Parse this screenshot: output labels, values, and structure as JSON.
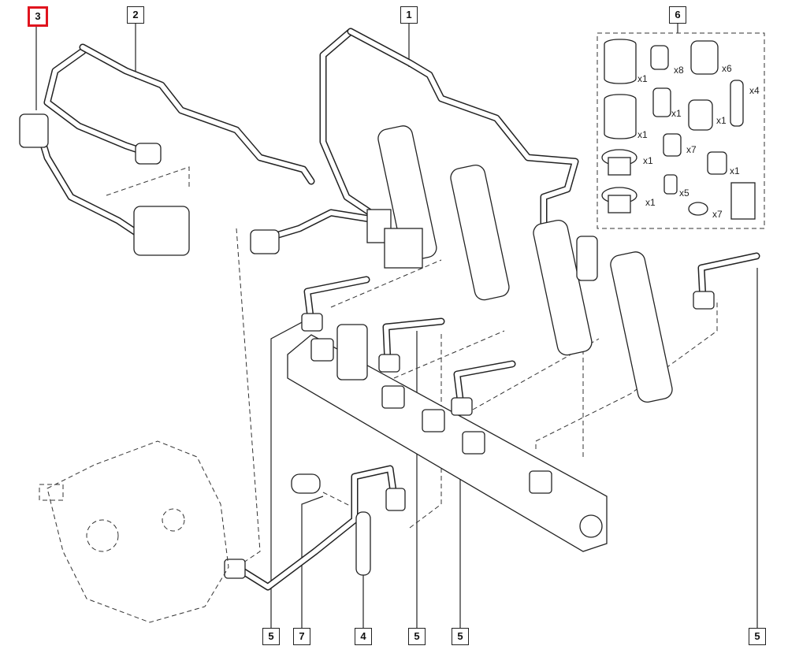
{
  "diagram": {
    "callouts": [
      {
        "id": "callout-3",
        "label": "3",
        "selected": true
      },
      {
        "id": "callout-2",
        "label": "2"
      },
      {
        "id": "callout-1",
        "label": "1"
      },
      {
        "id": "callout-6",
        "label": "6"
      },
      {
        "id": "callout-5a",
        "label": "5"
      },
      {
        "id": "callout-7",
        "label": "7"
      },
      {
        "id": "callout-4",
        "label": "4"
      },
      {
        "id": "callout-5b",
        "label": "5"
      },
      {
        "id": "callout-5c",
        "label": "5"
      },
      {
        "id": "callout-5d",
        "label": "5"
      }
    ],
    "kit_quantities": [
      "x1",
      "x8",
      "x6",
      "x4",
      "x1",
      "x1",
      "x1",
      "x7",
      "x1",
      "x1",
      "x5",
      "x1",
      "x7"
    ],
    "selected_color": "#e0141e"
  }
}
